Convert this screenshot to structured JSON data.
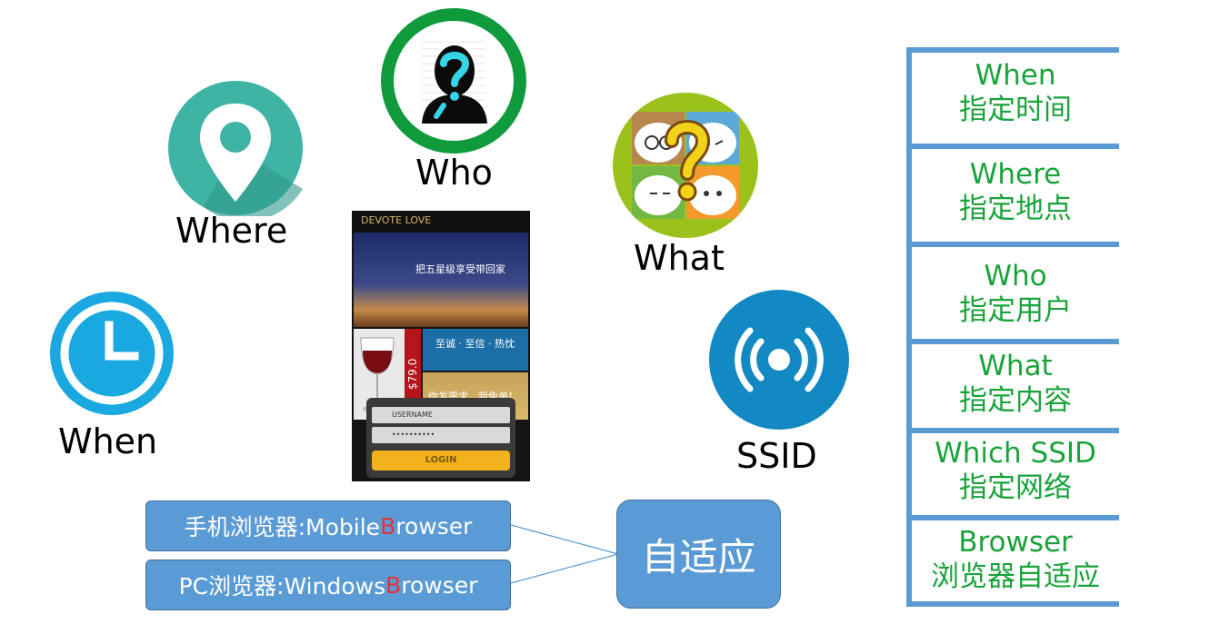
{
  "labels": {
    "when": "When",
    "where": "Where",
    "who": "Who",
    "what": "What",
    "ssid": "SSID"
  },
  "phone": {
    "logo": "DEVOTE LOVE",
    "banner_text": "把五星级享受带回家",
    "price": "$79.0",
    "blue_text": "至诚 · 至信 · 热忱",
    "gold_text": "你发需求，我免单！",
    "username": "USERNAME",
    "password": "••••••••••",
    "login": "LOGIN"
  },
  "browsers": {
    "mobile_prefix": "手机浏览器:Mobile ",
    "mobile_b": "B",
    "mobile_suffix": "rowser",
    "pc_prefix": "PC浏览器:Windows ",
    "pc_b": "B",
    "pc_suffix": "rowser",
    "adaptive": "自适应"
  },
  "panel": [
    {
      "en": "When",
      "zh": "指定时间"
    },
    {
      "en": "Where",
      "zh": "指定地点"
    },
    {
      "en": "Who",
      "zh": "指定用户"
    },
    {
      "en": "What",
      "zh": "指定内容"
    },
    {
      "en": "Which SSID",
      "zh": "指定网络"
    },
    {
      "en": "Browser",
      "zh": "浏览器自适应"
    }
  ],
  "colors": {
    "blue": "#5b9bd5",
    "green_text": "#1aa33b",
    "clock": "#1aa8e0",
    "pin": "#3fb3a4",
    "who_ring": "#0f9a3c",
    "what_bg": "#9bc21a",
    "ssid": "#1289c3",
    "highlight": "#e53238"
  }
}
